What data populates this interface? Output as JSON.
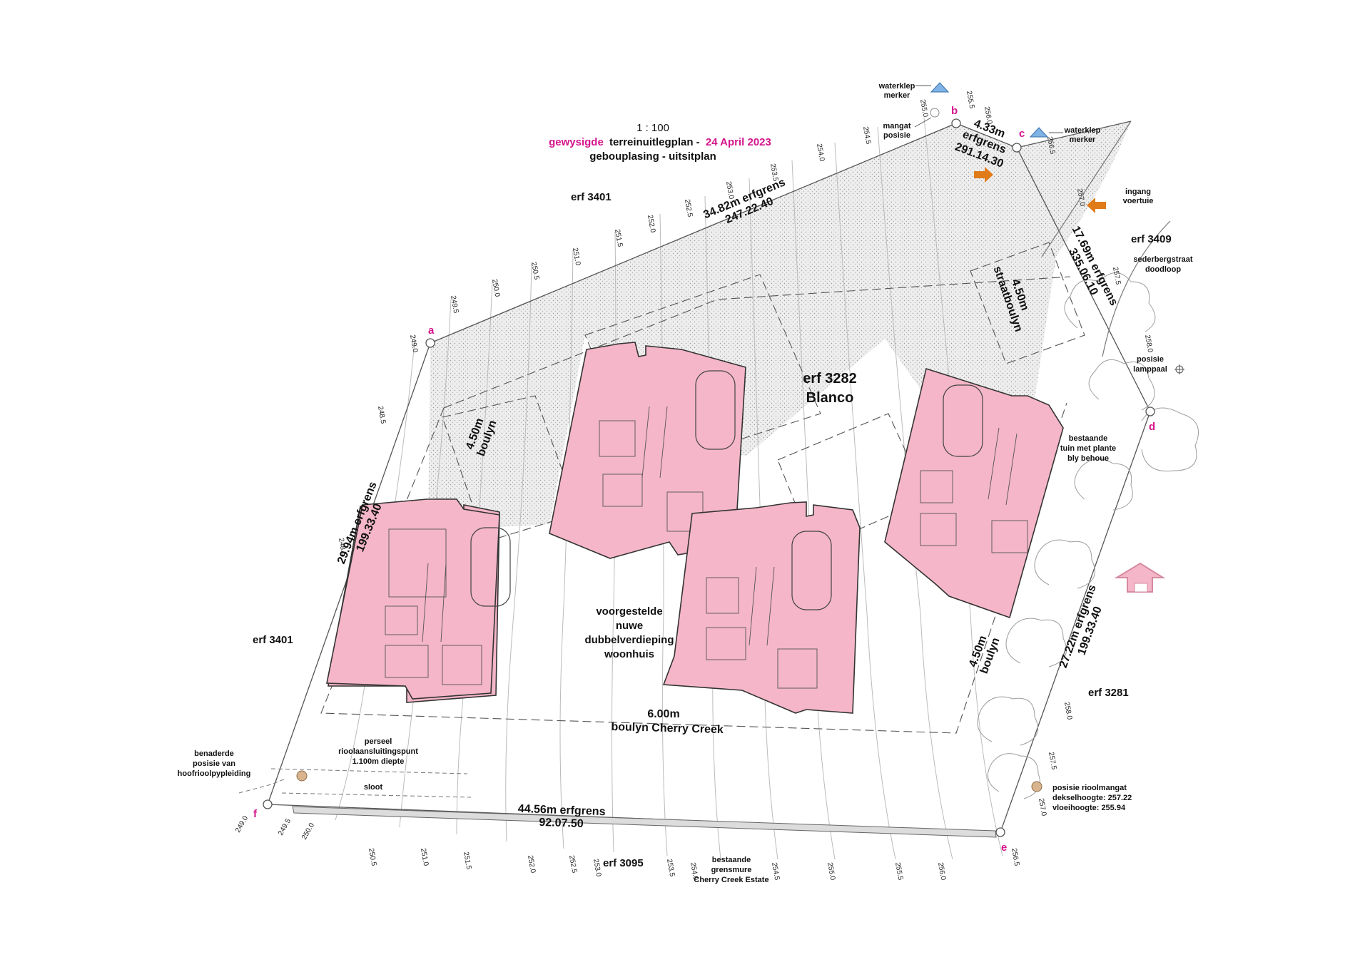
{
  "header": {
    "scale": "1 : 100",
    "title_prefix": "gewysigde",
    "title_main": "terreinuitlegplan -",
    "title_date": "24 April 2023",
    "subtitle": "gebouplasing - uitsitplan"
  },
  "erven": {
    "erf_3401_top": "erf 3401",
    "erf_3401_left": "erf 3401",
    "erf_3409": "erf 3409",
    "erf_3281": "erf 3281",
    "erf_3095": "erf 3095",
    "erf_3282": "erf 3282",
    "erf_3282_sub": "Blanco"
  },
  "corners": {
    "a": "a",
    "b": "b",
    "c": "c",
    "d": "d",
    "e": "e",
    "f": "f"
  },
  "boundaries": {
    "ab_len": "34.82m erfgrens",
    "ab_bear": "247.22.40",
    "bc_len": "4.33m",
    "bc_mid": "erfgrens",
    "bc_bear": "291.14.30",
    "cd_len": "17.69m erfgrens",
    "cd_bear": "335.06.10",
    "de_len": "27.22m erfgrens",
    "de_bear": "199.33.40",
    "fa_len": "29.94m erfgrens",
    "fa_bear": "199.33.40",
    "ef_len": "44.56m erfgrens",
    "ef_bear": "92.07.50"
  },
  "building_lines": {
    "street_a": "4.50m",
    "street_b": "straatboulyn",
    "left_a": "4.50m",
    "left_b": "boulyn",
    "right_a": "4.50m",
    "right_b": "boulyn",
    "bottom_a": "6.00m",
    "bottom_b": "boulyn Cherry Creek"
  },
  "notes": {
    "house_1": "voorgestelde",
    "house_2": "nuwe",
    "house_3": "dubbelverdieping",
    "house_4": "woonhuis",
    "valve1_a": "waterklep",
    "valve1_b": "merker",
    "valve2_a": "waterklep",
    "valve2_b": "merker",
    "manhole_a": "mangat",
    "manhole_b": "posisie",
    "entrance_a": "ingang",
    "entrance_b": "voertuie",
    "street_a": "sederbergstraat",
    "street_b": "doodloop",
    "lamp_a": "posisie",
    "lamp_b": "lamppaal",
    "garden_a": "bestaande",
    "garden_b": "tuin met plante",
    "garden_c": "bly behoue",
    "sewer_a": "posisie rioolmangat",
    "sewer_b": "dekselhoogte: 257.22",
    "sewer_c": "vloeihoogte: 255.94",
    "wall_a": "bestaande",
    "wall_b": "grensmure",
    "wall_c": "Cherry Creek Estate",
    "conn_a": "perseel",
    "conn_b": "rioolaansluitingspunt",
    "conn_c": "1.100m diepte",
    "main_a": "benaderde",
    "main_b": "posisie van",
    "main_c": "hoofrioolpypleiding",
    "ditch": "sloot"
  },
  "contours": {
    "top": [
      "249.0",
      "249.5",
      "250.0",
      "250.5",
      "251.0",
      "251.5",
      "252.0",
      "252.5",
      "253.0",
      "253.5",
      "254.0",
      "254.5",
      "255.0",
      "255.5",
      "256.0",
      "256.5",
      "257.0",
      "257.5",
      "258.0"
    ],
    "left": [
      "248.5",
      "248.5"
    ],
    "right": [
      "258.0",
      "257.5",
      "257.0"
    ],
    "bottom": [
      "249.0",
      "249.5",
      "250.0",
      "250.5",
      "251.0",
      "251.5",
      "252.0",
      "252.5",
      "253.0",
      "253.5",
      "254.0",
      "254.5",
      "255.0",
      "255.5",
      "256.0",
      "256.5"
    ]
  },
  "colors": {
    "accent": "#d4148c",
    "house": "#f4b6c8",
    "valve": "#7fb2e5",
    "arrow": "#e07b1a"
  }
}
